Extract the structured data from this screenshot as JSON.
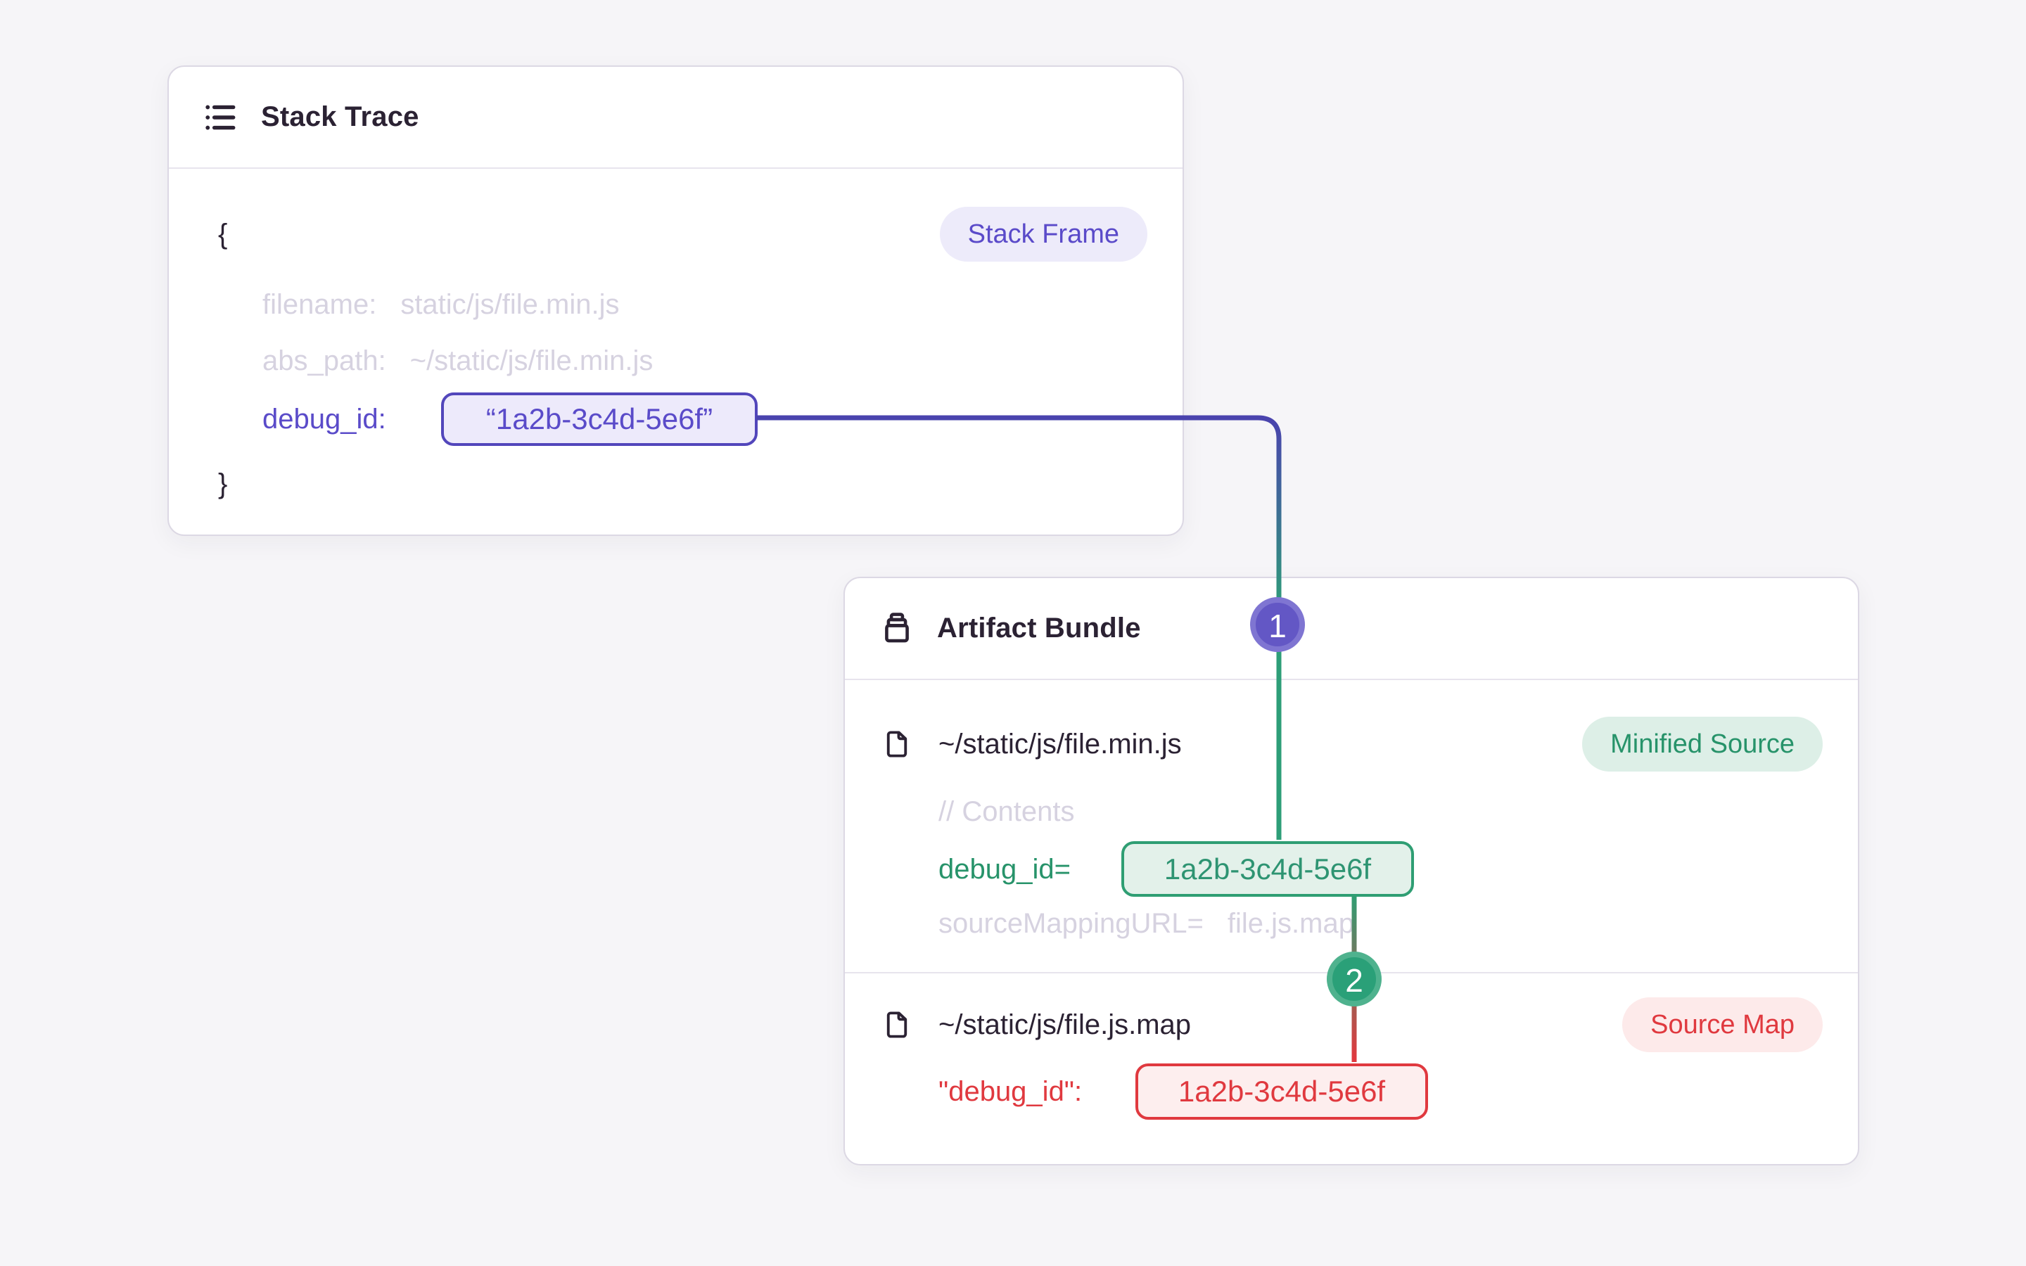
{
  "stack_trace": {
    "title": "Stack Trace",
    "badge": "Stack Frame",
    "brace_open": "{",
    "brace_close": "}",
    "filename_label": "filename:",
    "filename_value": "static/js/file.min.js",
    "abs_path_label": "abs_path:",
    "abs_path_value": "~/static/js/file.min.js",
    "debug_id_label": "debug_id:",
    "debug_id_value": "“1a2b-3c4d-5e6f”"
  },
  "artifact_bundle": {
    "title": "Artifact Bundle",
    "minified_file": {
      "path": "~/static/js/file.min.js",
      "badge": "Minified Source",
      "comment": "// Contents",
      "debug_label": "debug_id=",
      "debug_value": "1a2b-3c4d-5e6f",
      "mapping_label": "sourceMappingURL=",
      "mapping_value": "file.js.map"
    },
    "sourcemap_file": {
      "path": "~/static/js/file.js.map",
      "badge": "Source Map",
      "debug_label": "\"debug_id\":",
      "debug_value": "1a2b-3c4d-5e6f"
    }
  },
  "connectors": [
    {
      "label": "1"
    },
    {
      "label": "2"
    }
  ],
  "icons": {
    "stack_trace": "list-icon",
    "artifact_bundle": "archive-icon",
    "file": "file-icon"
  },
  "colors": {
    "purple": "#5a4bc9",
    "green": "#2f9e73",
    "red": "#e0393f",
    "dark_text": "#2b2233",
    "faded_text": "#d6d2e0",
    "page_bg": "#f6f5f8"
  }
}
